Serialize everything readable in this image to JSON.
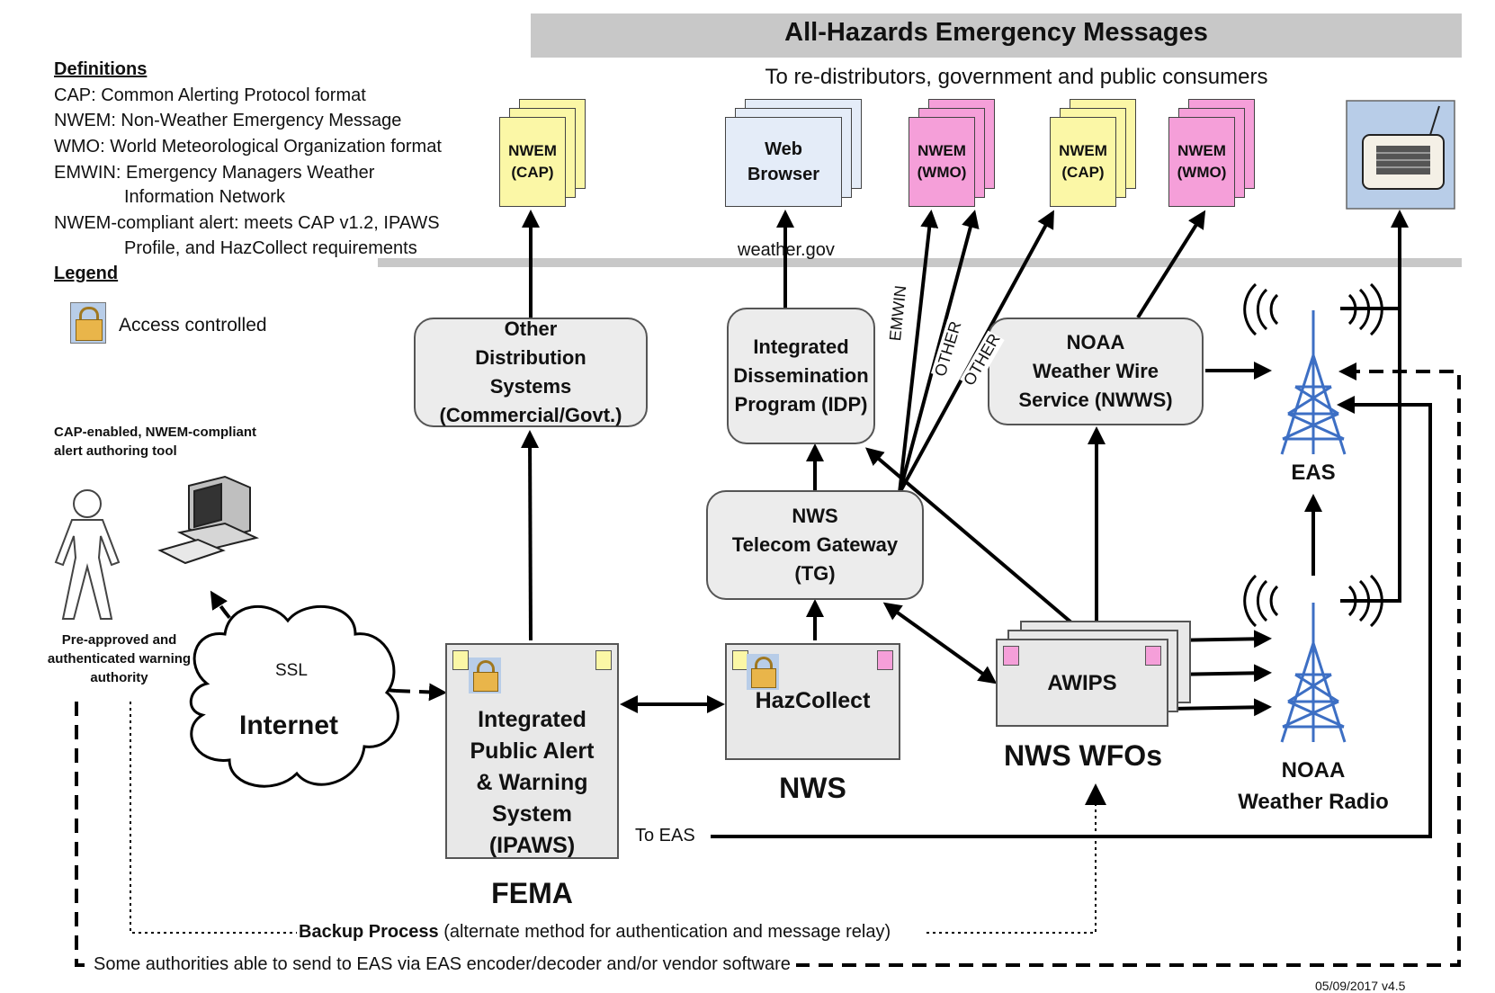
{
  "banner": {
    "title": "All-Hazards Emergency Messages",
    "subtitle": "To re-distributors, government and public consumers"
  },
  "definitions": {
    "heading": "Definitions",
    "items": [
      "CAP: Common Alerting Protocol format",
      "NWEM: Non-Weather Emergency Message",
      "WMO: World Meteorological Organization format",
      "EMWIN: Emergency Managers Weather",
      "Information Network",
      "NWEM-compliant alert: meets CAP v1.2, IPAWS",
      "Profile, and HazCollect requirements"
    ]
  },
  "legend": {
    "heading": "Legend",
    "access_controlled": "Access controlled"
  },
  "outputs": {
    "nwem_cap_1": "NWEM\n(CAP)",
    "web_browser": "Web\nBrowser",
    "nwem_wmo_1": "NWEM\n(WMO)",
    "nwem_cap_2": "NWEM\n(CAP)",
    "nwem_wmo_2": "NWEM\n(WMO)",
    "weather_gov": "weather.gov"
  },
  "systems": {
    "other_distribution": "Other\nDistribution\nSystems\n(Commercial/Govt.)",
    "idp": "Integrated\nDissemination\nProgram (IDP)",
    "nwws": "NOAA\nWeather Wire\nService (NWWS)",
    "tg": "NWS\nTelecom Gateway\n(TG)",
    "ipaws": "Integrated\nPublic Alert\n& Warning\nSystem\n(IPAWS)",
    "hazcollect": "HazCollect",
    "awips": "AWIPS"
  },
  "group_labels": {
    "fema": "FEMA",
    "nws": "NWS",
    "nws_wfos": "NWS WFOs"
  },
  "eas": {
    "eas_label": "EAS",
    "nwr_label_1": "NOAA",
    "nwr_label_2": "Weather Radio"
  },
  "link_labels": {
    "emwin": "EMWIN",
    "other_1": "OTHER",
    "other_2": "OTHER",
    "ssl": "SSL",
    "to_eas": "To EAS"
  },
  "authority": {
    "tool_caption_1": "CAP-enabled, NWEM-compliant",
    "tool_caption_2": "alert authoring tool",
    "person_caption_1": "Pre-approved and",
    "person_caption_2": "authenticated warning",
    "person_caption_3": "authority"
  },
  "internet": "Internet",
  "backup": {
    "bold": "Backup Process",
    "rest": " (alternate method for authentication and message relay)"
  },
  "eas_direct": "Some authorities able to send to EAS via EAS encoder/decoder and/or vendor software",
  "version": "05/09/2017 v4.5",
  "colors": {
    "banner": "#c8c8c8",
    "cap_doc": "#fbf7a6",
    "wmo_doc": "#f59fd9",
    "browser_doc": "#e4ecf8",
    "tower": "#3d6fc4",
    "box_fill": "#ececec"
  }
}
